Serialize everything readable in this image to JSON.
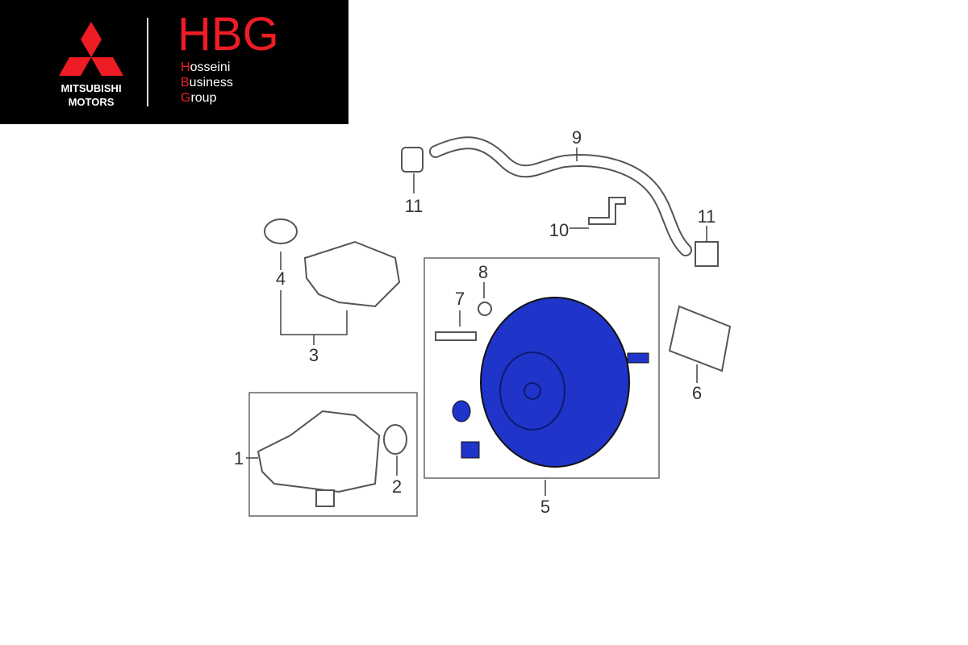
{
  "logo": {
    "brand_left": [
      "MITSUBISHI",
      "MOTORS"
    ],
    "brand_right": "HBG",
    "brand_right_lines": [
      {
        "initial": "H",
        "rest": "osseini"
      },
      {
        "initial": "B",
        "rest": "usiness"
      },
      {
        "initial": "G",
        "rest": "roup"
      }
    ],
    "accent_color": "#ee1c25"
  },
  "diagram": {
    "highlight_color": "#1f35c9",
    "callouts": [
      "1",
      "2",
      "3",
      "4",
      "5",
      "6",
      "7",
      "8",
      "9",
      "10",
      "11",
      "11"
    ]
  }
}
